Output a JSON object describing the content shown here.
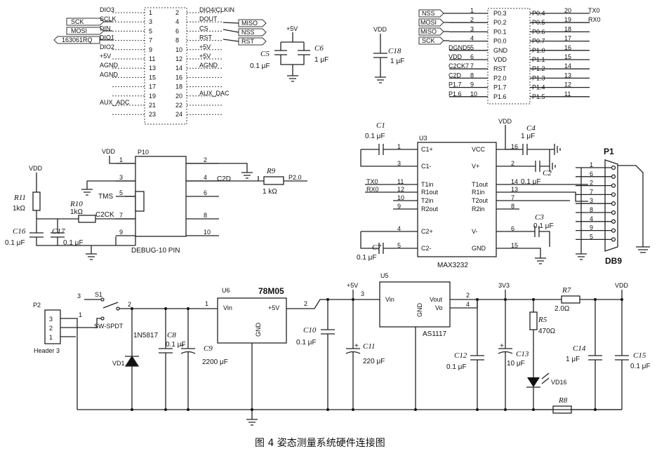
{
  "connector_j1": {
    "left_signals": [
      "DIO3",
      "SCLK",
      "DIN",
      "DIO1",
      "DIO2",
      "+5V",
      "AGND",
      "AGND",
      "",
      "",
      "AUX_ADC",
      ""
    ],
    "left_pins": [
      "1",
      "3",
      "5",
      "7",
      "9",
      "11",
      "13",
      "15",
      "17",
      "19",
      "21",
      "23"
    ],
    "right_pins": [
      "2",
      "4",
      "6",
      "8",
      "10",
      "12",
      "14",
      "16",
      "18",
      "20",
      "22",
      "24"
    ],
    "right_signals": [
      "DIO4/CLKIN",
      "DOUT",
      "CS",
      "RST",
      "+5V",
      "+5V",
      "AGND",
      "",
      "",
      "AUX_DAC",
      "",
      ""
    ],
    "ext_left": [
      "SCK",
      "MOSI",
      "163061RQ"
    ],
    "ext_right": [
      "MISO",
      "NSS",
      "RST"
    ]
  },
  "cap_c5_c6": {
    "supply": "+5V",
    "c5": "C5",
    "c5_val": "0.1 μF",
    "c6": "C6",
    "c6_val": "1 μF"
  },
  "cap_c18": {
    "supply": "VDD",
    "name": "C18",
    "value": "1 μF"
  },
  "mcu": {
    "left_labels": [
      "",
      "",
      "",
      "",
      "",
      "DGND5",
      "VDD",
      "C2CK7",
      "C2D",
      "P1.7",
      "P1.6"
    ],
    "left_pins": [
      "1",
      "2",
      "3",
      "4",
      "5",
      "6",
      "7",
      "8",
      "9",
      "10"
    ],
    "inner_left": [
      "P0.3",
      "P0.2",
      "P0.1",
      "P0.0",
      "GND",
      "VDD",
      "RST",
      "P2.0",
      "P1.7",
      "P1.6"
    ],
    "inner_right": [
      "P0.4",
      "P0.5",
      "P0.6",
      "P0.7",
      "P1.0",
      "P1.1",
      "P1.2",
      "P1.3",
      "P1.4",
      "P1.5"
    ],
    "right_pins": [
      "20",
      "19",
      "18",
      "17",
      "16",
      "15",
      "14",
      "13",
      "12",
      "11"
    ],
    "right_labels": [
      "TX0",
      "RX0",
      "",
      "",
      "",
      "",
      "",
      "",
      "",
      ""
    ],
    "ext_left": [
      "NSS",
      "MOSI",
      "MISO",
      "SCK"
    ]
  },
  "max3232": {
    "ref": "U3",
    "name": "MAX3232",
    "inner_left": [
      "C1+",
      "C1-",
      "T1in",
      "R1out",
      "T2in",
      "R2out",
      "C2+",
      "C2-"
    ],
    "left_pins": [
      "1",
      "3",
      "11",
      "12",
      "10",
      "9",
      "4",
      "5"
    ],
    "inner_right": [
      "VCC",
      "V+",
      "T1out",
      "R1in",
      "T2out",
      "R2in",
      "V-",
      "GND"
    ],
    "right_pins": [
      "16",
      "2",
      "14",
      "13",
      "7",
      "8",
      "6",
      "15"
    ],
    "ext_left": [
      "TX0",
      "RX0"
    ],
    "vdd": "VDD",
    "c1": "C1",
    "c1_val": "0.1 μF",
    "c4": "C4",
    "c4_val": "1 μF",
    "c2": "C2",
    "c2_val": "0.1 μF",
    "c3": "C3",
    "c3_val": "0.1 μF",
    "c7": "C7",
    "c7_val": "0.1 μF"
  },
  "db9": {
    "ref": "P1",
    "name": "DB9",
    "pins": [
      "1",
      "6",
      "2",
      "7",
      "3",
      "8",
      "4",
      "9",
      "5"
    ]
  },
  "debug": {
    "ref": "P10",
    "name": "DEBUG-10 PIN",
    "left_pins": [
      "1",
      "3",
      "5",
      "7",
      "9"
    ],
    "right_pins": [
      "2",
      "4",
      "6",
      "8",
      "10"
    ],
    "tms": "TMS",
    "c2ck": "C2CK",
    "c2d": "C2D",
    "p20": "P2.0",
    "vdd": "VDD",
    "r9": "R9",
    "r9_val": "1 kΩ",
    "r10": "R10",
    "r10_val": "1kΩ",
    "r11": "R11",
    "r11_val": "1kΩ",
    "c16": "C16",
    "c16_val": "0.1 μF",
    "c17": "C17",
    "c17_val": "0.1 μF"
  },
  "power": {
    "p2": "P2",
    "header": "Header 3",
    "header_pins": [
      "3",
      "2",
      "1"
    ],
    "s1": "S1",
    "sw": "SW-SPDT",
    "sw_pins": [
      "3",
      "1",
      "2"
    ],
    "diode": "1N5817",
    "vd1": "VD1",
    "c8": "C8",
    "c8_val": "0.1 μF",
    "c9": "C9",
    "c9_val": "2200 μF",
    "u6": "U6",
    "reg1": "78M05",
    "reg1_vin": "Vin",
    "reg1_out": "+5V",
    "reg1_gnd": "GND",
    "reg1_pins": [
      "1",
      "2"
    ],
    "plus5": "+5V",
    "c10": "C10",
    "c10_val": "0.1 μF",
    "c11": "C11",
    "c11_val": "220 μF",
    "u5": "U5",
    "reg2": "AS1117",
    "reg2_vin": "Vin",
    "reg2_vout": "Vout",
    "reg2_vo": "Vo",
    "reg2_gnd": "GND",
    "reg2_pins": [
      "3",
      "2",
      "4"
    ],
    "v33": "3V3",
    "c12": "C12",
    "c12_val": "0.1 μF",
    "c13": "C13",
    "c13_val": "10 μF",
    "r5": "R5",
    "r5_val": "470Ω",
    "vd16": "VD16",
    "r7": "R7",
    "r7_val": "2.0Ω",
    "r8": "R8",
    "vdd": "VDD",
    "c14": "C14",
    "c14_val": "1 μF",
    "c15": "C15",
    "c15_val": "0.1 μF"
  },
  "caption": "图 4   姿态测量系统硬件连接图"
}
